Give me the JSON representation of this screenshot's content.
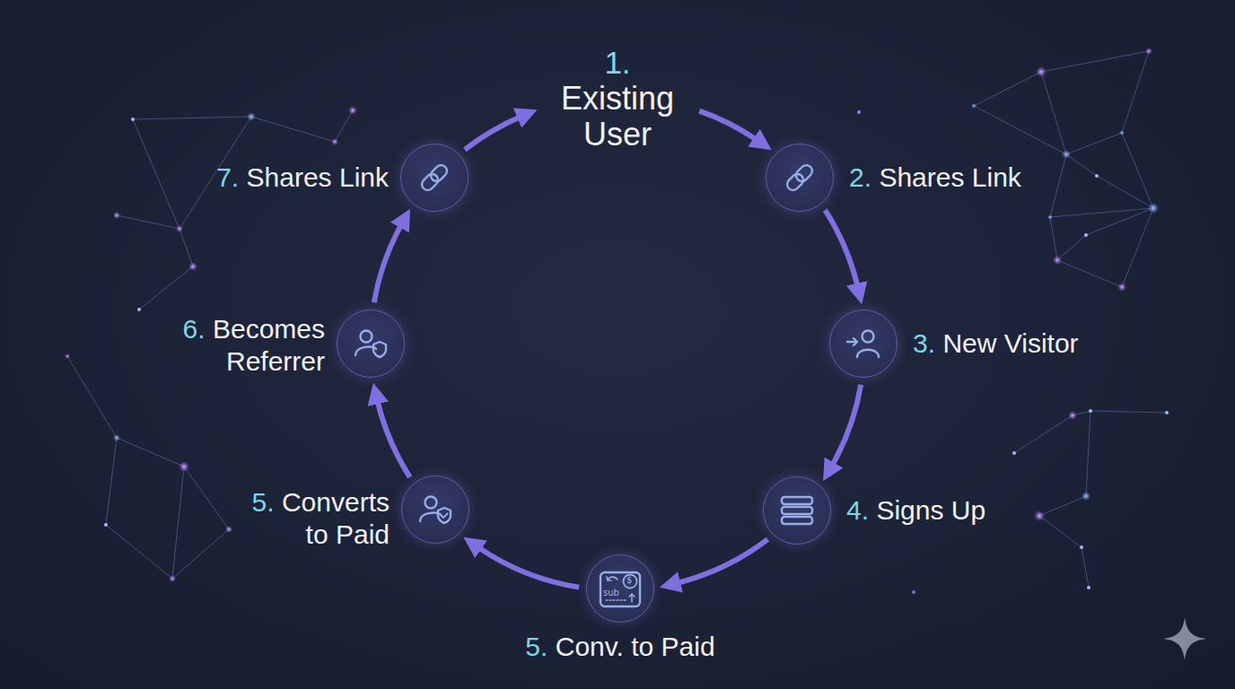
{
  "diagram": {
    "nodes": [
      {
        "text": [
          "1.",
          "Existing User"
        ]
      },
      {
        "text": [
          "2.",
          "Shares Link"
        ]
      },
      {
        "text": [
          "3.",
          "New Visitor"
        ]
      },
      {
        "text": [
          "4.",
          "Signs Up"
        ]
      },
      {
        "text": [
          "5.",
          "Conv. to Paid"
        ]
      },
      {
        "text": [
          "5.",
          "Converts to Paid"
        ]
      },
      {
        "text": [
          "6.",
          "Becomes Referrer"
        ]
      },
      {
        "text": [
          "7.",
          "Shares Link"
        ]
      }
    ],
    "edges": [
      {
        "from": 0,
        "to": 1,
        "arrow": "to"
      },
      {
        "from": 1,
        "to": 2,
        "arrow": "to"
      },
      {
        "from": 2,
        "to": 3,
        "arrow": "to"
      },
      {
        "from": 3,
        "to": 4,
        "arrow": "to"
      },
      {
        "from": 4,
        "to": 5,
        "arrow": "to"
      },
      {
        "from": 5,
        "to": 6,
        "arrow": "to"
      },
      {
        "from": 6,
        "to": 7,
        "arrow": "to"
      },
      {
        "from": 7,
        "to": 0,
        "arrow": "to"
      }
    ],
    "labels": [
      "sub",
      "$"
    ]
  }
}
